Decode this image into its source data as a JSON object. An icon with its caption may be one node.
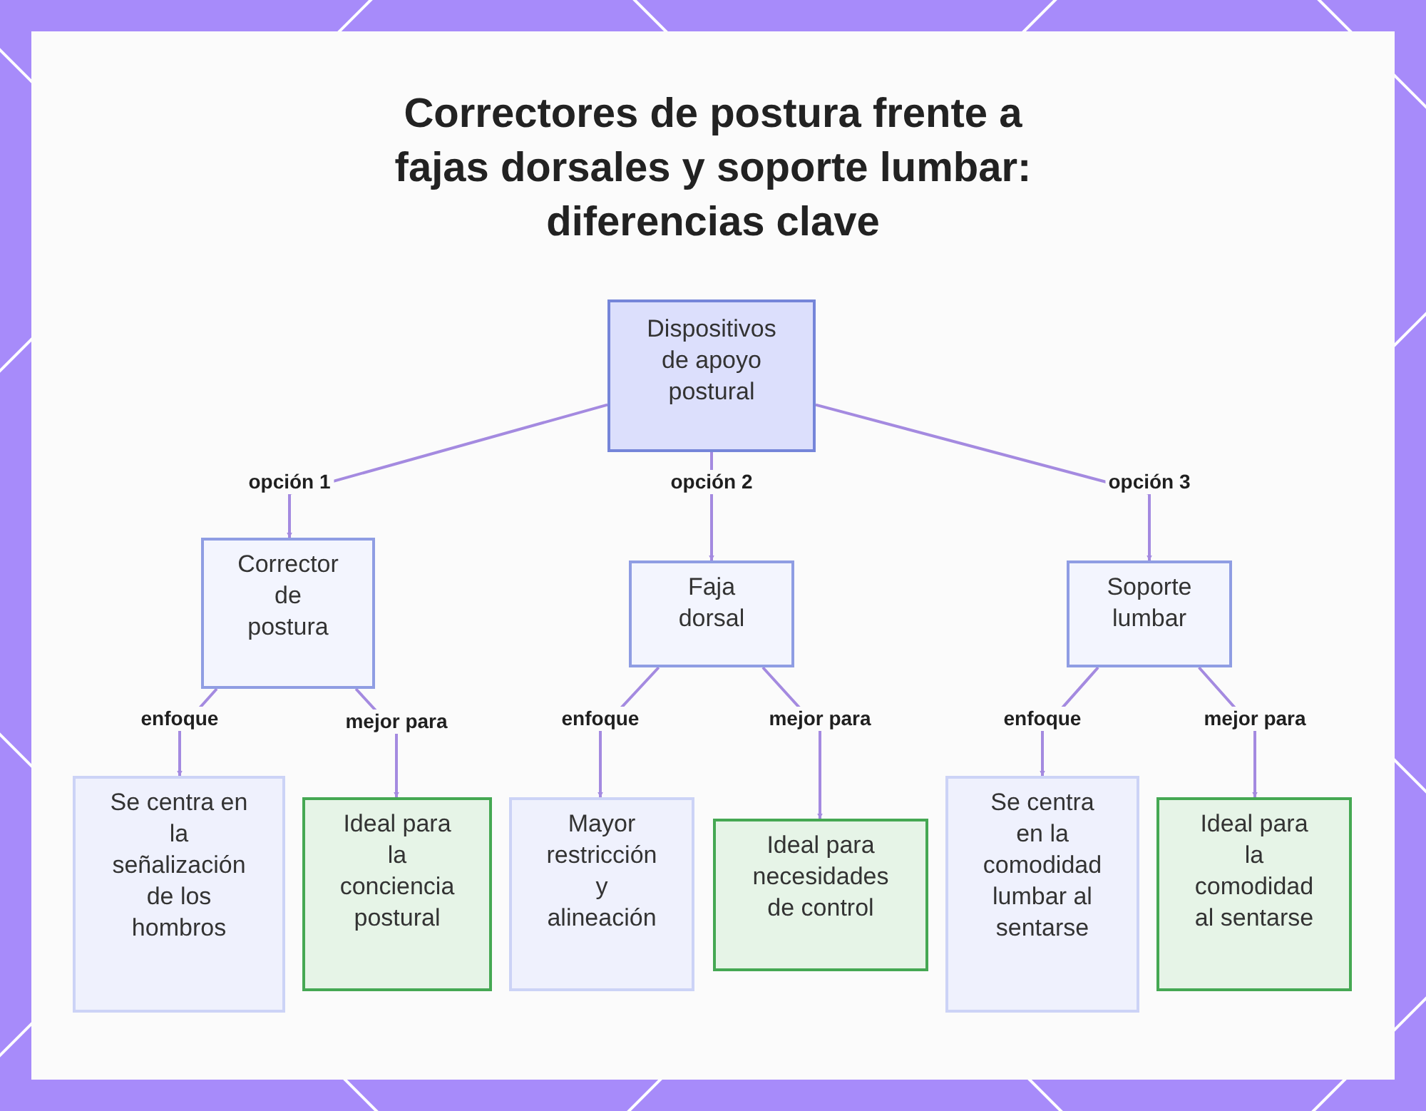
{
  "diagram": {
    "title": "Correctores de postura frente a fajas dorsales y soporte lumbar: diferencias clave",
    "nodes": [
      {
        "text": [
          "Dispositivos de apoyo postural"
        ]
      },
      {
        "text": [
          "Corrector de postura"
        ]
      },
      {
        "text": [
          "Faja dorsal"
        ]
      },
      {
        "text": [
          "Soporte lumbar"
        ]
      },
      {
        "text": [
          "Se centra en la señalización de los hombros"
        ]
      },
      {
        "text": [
          "Ideal para la conciencia postural"
        ]
      },
      {
        "text": [
          "Mayor restricción y alineación"
        ]
      },
      {
        "text": [
          "Ideal para necesidades de control"
        ]
      },
      {
        "text": [
          "Se centra en la comodidad lumbar al sentarse"
        ]
      },
      {
        "text": [
          "Ideal para la comodidad al sentarse"
        ]
      }
    ],
    "edges": [
      {
        "from": 0,
        "to": 1,
        "arrow": "to",
        "label": "opción 1"
      },
      {
        "from": 0,
        "to": 2,
        "arrow": "to",
        "label": "opción 2"
      },
      {
        "from": 0,
        "to": 3,
        "arrow": "to",
        "label": "opción 3"
      },
      {
        "from": 1,
        "to": 4,
        "arrow": "to",
        "label": "enfoque"
      },
      {
        "from": 1,
        "to": 5,
        "arrow": "to",
        "label": "mejor para"
      },
      {
        "from": 2,
        "to": 6,
        "arrow": "to",
        "label": "enfoque"
      },
      {
        "from": 2,
        "to": 7,
        "arrow": "to",
        "label": "mejor para"
      },
      {
        "from": 3,
        "to": 8,
        "arrow": "to",
        "label": "enfoque"
      },
      {
        "from": 3,
        "to": 9,
        "arrow": "to",
        "label": "mejor para"
      }
    ]
  }
}
